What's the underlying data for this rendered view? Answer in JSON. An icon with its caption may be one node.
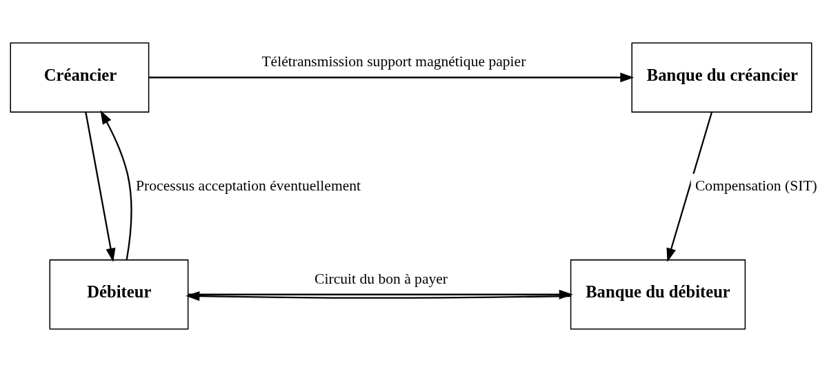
{
  "diagram": {
    "nodes": [
      {
        "text": [
          "Créancier"
        ]
      },
      {
        "text": [
          "Banque du créancier"
        ]
      },
      {
        "text": [
          "Débiteur"
        ]
      },
      {
        "text": [
          "Banque du débiteur"
        ]
      }
    ],
    "edges": [
      {
        "from": 0,
        "to": 1,
        "arrow": "to",
        "label": "Télétransmission support magnétique papier"
      },
      {
        "from": 2,
        "to": 0,
        "arrow": "to",
        "label": "Processus acceptation éventuellement"
      },
      {
        "from": 0,
        "to": 2,
        "arrow": "to"
      },
      {
        "from": 1,
        "to": 3,
        "arrow": "to",
        "label": "Compensation (SIT)"
      },
      {
        "from": 3,
        "to": 2,
        "arrow": "to"
      },
      {
        "from": 2,
        "to": 3,
        "arrow": "to",
        "label": "Circuit du bon à payer"
      }
    ]
  }
}
